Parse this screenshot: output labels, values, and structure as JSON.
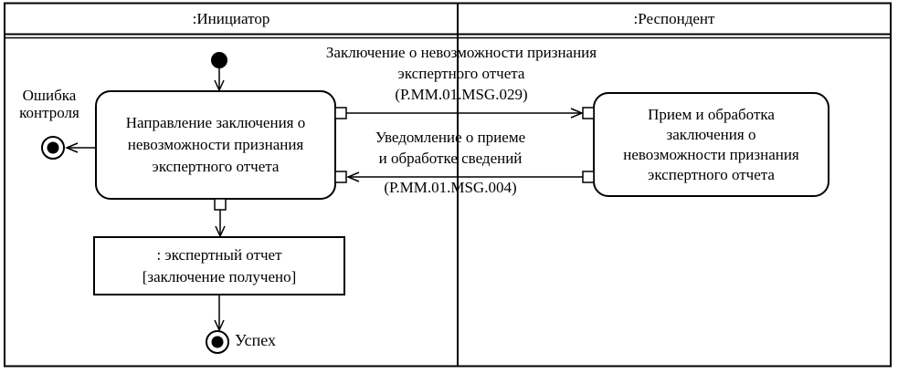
{
  "lanes": [
    {
      "title": ":Инициатор"
    },
    {
      "title": ":Респондент"
    }
  ],
  "nodes": {
    "left_activity": {
      "lines": [
        "Направление заключения о",
        "невозможности признания",
        "экспертного отчета"
      ]
    },
    "right_activity": {
      "lines": [
        "Прием и обработка",
        "заключения о",
        "невозможности признания",
        "экспертного отчета"
      ]
    },
    "object_node": {
      "lines": [
        ": экспертный отчет",
        "[заключение получено]"
      ]
    },
    "error_final": {
      "label_lines": [
        "Ошибка",
        "контроля"
      ]
    },
    "success_final": {
      "label": "Успех"
    }
  },
  "messages": {
    "to_respondent": {
      "lines": [
        "Заключение о невозможности признания",
        "экспертного отчета",
        "(Р.ММ.01.MSG.029)"
      ]
    },
    "to_initiator": {
      "lines": [
        "Уведомление о приеме",
        "и обработке сведений"
      ],
      "code": "(Р.ММ.01.MSG.004)"
    }
  },
  "colors": {
    "line": "#000000",
    "background": "#ffffff"
  }
}
